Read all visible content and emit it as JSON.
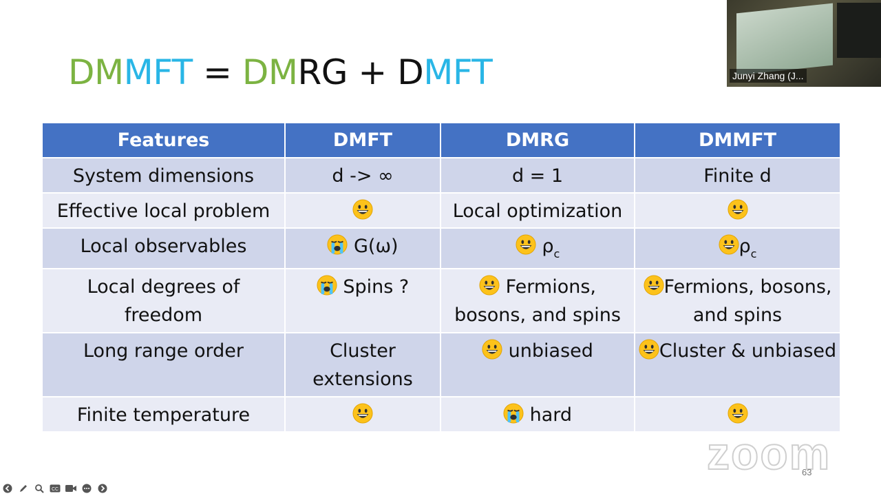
{
  "slide": {
    "title_parts": [
      {
        "text": "DM",
        "color": "g"
      },
      {
        "text": "MFT",
        "color": "b"
      },
      {
        "text": " = ",
        "color": "k"
      },
      {
        "text": "DM",
        "color": "g"
      },
      {
        "text": "RG",
        "color": "k"
      },
      {
        "text": " + ",
        "color": "k"
      },
      {
        "text": "D",
        "color": "k"
      },
      {
        "text": "MFT",
        "color": "b"
      }
    ],
    "header": [
      "Features",
      "DMFT",
      "DMRG",
      "DMMFT"
    ],
    "rows": [
      {
        "feature": "System dimensions",
        "dmft": "d -> ∞",
        "dmrg": "d = 1",
        "dmmft": "Finite d"
      },
      {
        "feature": "Effective local problem",
        "dmft": "",
        "dmrg": "Local optimization",
        "dmmft": ""
      },
      {
        "feature": "Local observables",
        "dmft": "G(ω)",
        "dmrg": "ρ",
        "dmrg_sub": "c",
        "dmmft": "ρ",
        "dmmft_sub": "c"
      },
      {
        "feature": "Local degrees of freedom",
        "dmft": "Spins ?",
        "dmrg": "Fermions, bosons, and spins",
        "dmmft": "Fermions, bosons, and spins"
      },
      {
        "feature": "Long range order",
        "dmft": "Cluster extensions",
        "dmrg": "unbiased",
        "dmmft": "Cluster & unbiased"
      },
      {
        "feature": "Finite temperature",
        "dmft": "",
        "dmrg": "hard",
        "dmmft": ""
      }
    ],
    "slide_number": "63"
  },
  "emoji_icons": {
    "happy": "grinning-face-icon",
    "sad": "loudly-crying-face-icon"
  },
  "video": {
    "participant_name": "Junyi Zhang (J..."
  },
  "watermark": "zoom",
  "toolbar_icons": [
    "back-arrow-icon",
    "pen-icon",
    "zoom-icon",
    "captions-icon",
    "video-icon",
    "more-icon",
    "forward-arrow-icon"
  ],
  "colors": {
    "header_bg": "#4472c4",
    "row_odd": "#cfd5ea",
    "row_even": "#e9ebf5",
    "title_green": "#7cb342",
    "title_blue": "#29b6e6"
  }
}
